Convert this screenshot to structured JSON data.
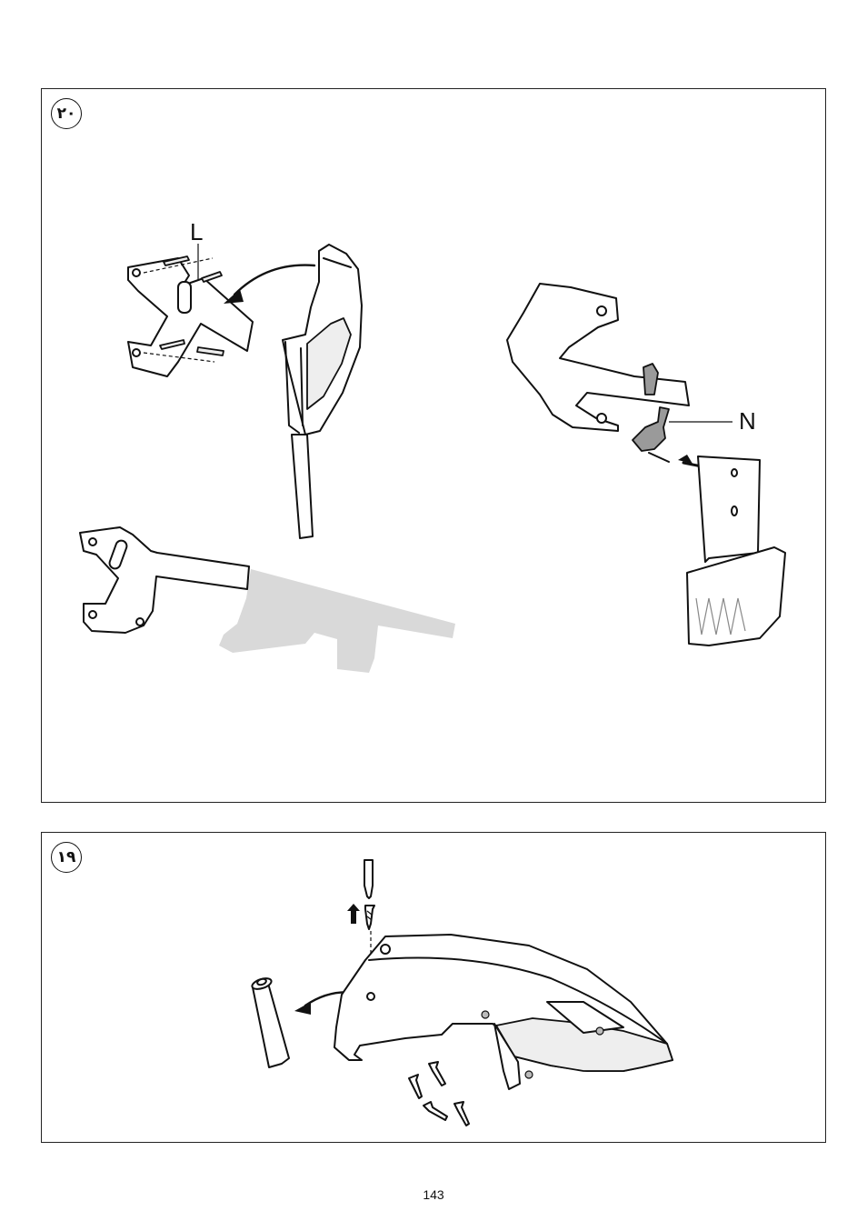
{
  "page": {
    "number": "143"
  },
  "panels": [
    {
      "step": "٢٠",
      "callouts": [
        "L",
        "N"
      ]
    },
    {
      "step": "١٩"
    }
  ]
}
